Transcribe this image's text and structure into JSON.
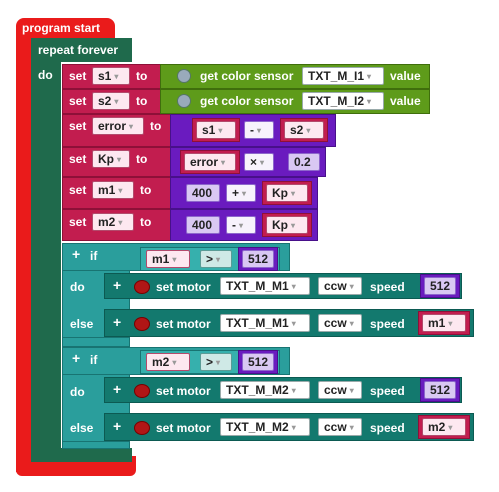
{
  "program": {
    "start_label": "program start",
    "repeat_label": "repeat forever",
    "do_label": "do"
  },
  "set_blocks": [
    {
      "set": "set",
      "var": "s1",
      "to": "to",
      "get": "get color sensor",
      "sensor": "TXT_M_I1",
      "value": "value"
    },
    {
      "set": "set",
      "var": "s2",
      "to": "to",
      "get": "get color sensor",
      "sensor": "TXT_M_I2",
      "value": "value"
    },
    {
      "set": "set",
      "var": "error",
      "to": "to",
      "a": "s1",
      "op": "-",
      "b": "s2"
    },
    {
      "set": "set",
      "var": "Kp",
      "to": "to",
      "a": "error",
      "op": "×",
      "b": "0.2"
    },
    {
      "set": "set",
      "var": "m1",
      "to": "to",
      "a": "400",
      "op": "+",
      "b": "Kp"
    },
    {
      "set": "set",
      "var": "m2",
      "to": "to",
      "a": "400",
      "op": "-",
      "b": "Kp"
    }
  ],
  "if_blocks": [
    {
      "if": "if",
      "plus": "+",
      "a": "m1",
      "op": ">",
      "b": "512",
      "do_label": "do",
      "else_label": "else",
      "do_motor": {
        "label": "set motor",
        "motor": "TXT_M_M1",
        "dir": "ccw",
        "speed": "speed",
        "value": "512"
      },
      "else_motor": {
        "label": "set motor",
        "motor": "TXT_M_M1",
        "dir": "ccw",
        "speed": "speed",
        "value": "m1"
      }
    },
    {
      "if": "if",
      "plus": "+",
      "a": "m2",
      "op": ">",
      "b": "512",
      "do_label": "do",
      "else_label": "else",
      "do_motor": {
        "label": "set motor",
        "motor": "TXT_M_M2",
        "dir": "ccw",
        "speed": "speed",
        "value": "512"
      },
      "else_motor": {
        "label": "set motor",
        "motor": "TXT_M_M2",
        "dir": "ccw",
        "speed": "speed",
        "value": "m2"
      }
    }
  ],
  "icons": {
    "dropdown": "▾",
    "sensor": "palette-icon",
    "motor": "motor-icon",
    "plus": "+"
  },
  "colors": {
    "program": "#ea1b1b",
    "loop": "#1f6a4c",
    "variables": "#c21d4f",
    "sensor": "#5e9b1a",
    "math": "#6a1bbf",
    "logic": "#2a9e9c",
    "motor": "#13796e"
  }
}
